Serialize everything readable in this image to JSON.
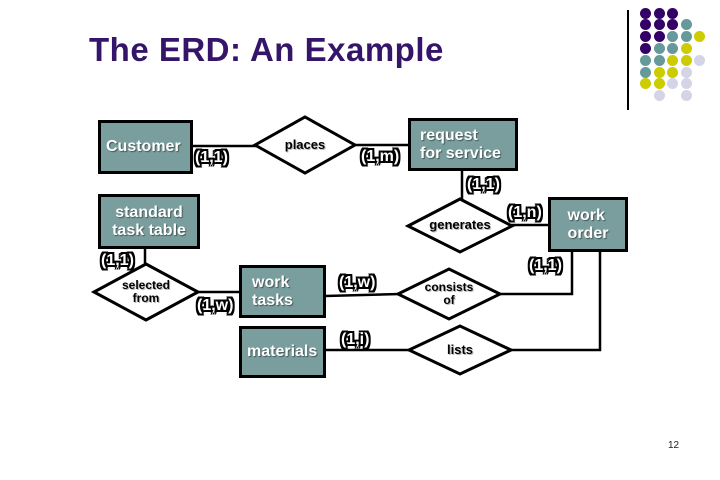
{
  "slide": {
    "title": "The ERD: An Example",
    "page_number": "12"
  },
  "decoration": {
    "palette": {
      "P": "#330066",
      "T": "#669999",
      "Y": "#cccc00",
      "L": "#d4d4e6"
    },
    "grid": [
      [
        "P",
        "P",
        "P",
        "",
        ""
      ],
      [
        "P",
        "P",
        "P",
        "T",
        ""
      ],
      [
        "P",
        "P",
        "T",
        "T",
        "Y"
      ],
      [
        "P",
        "T",
        "T",
        "Y",
        ""
      ],
      [
        "T",
        "T",
        "Y",
        "Y",
        "L"
      ],
      [
        "T",
        "Y",
        "Y",
        "L",
        ""
      ],
      [
        "Y",
        "Y",
        "L",
        "L",
        ""
      ],
      [
        "",
        "L",
        "",
        "L",
        ""
      ]
    ]
  },
  "colors": {
    "title_text": "#341569",
    "entity_fill": "#7a9e9e",
    "entity_text": "#ffffff",
    "diamond_fill": "#ffffff",
    "line": "#000000"
  },
  "diagram": {
    "entities": {
      "customer": "Customer",
      "request_for_service": "request\nfor service",
      "standard_task_table": "standard\ntask table",
      "work_order": "work\norder",
      "work_tasks": "work\ntasks",
      "materials": "materials"
    },
    "relationships": {
      "places": "places",
      "generates": "generates",
      "selected_from": "selected\nfrom",
      "consists_of": "consists\nof",
      "lists": "lists"
    },
    "cardinalities": {
      "customer_places": "(1,1)",
      "places_rfs": "(1,m)",
      "rfs_generates": "(1,1)",
      "generates_workorder": "(1,n)",
      "stt_selectedfrom": "(1,1)",
      "selectedfrom_worktasks": "(1,w)",
      "worktasks_consistsof": "(1,w)",
      "workorder_verticals": "(1,1)",
      "materials_lists": "(1,i)"
    }
  }
}
